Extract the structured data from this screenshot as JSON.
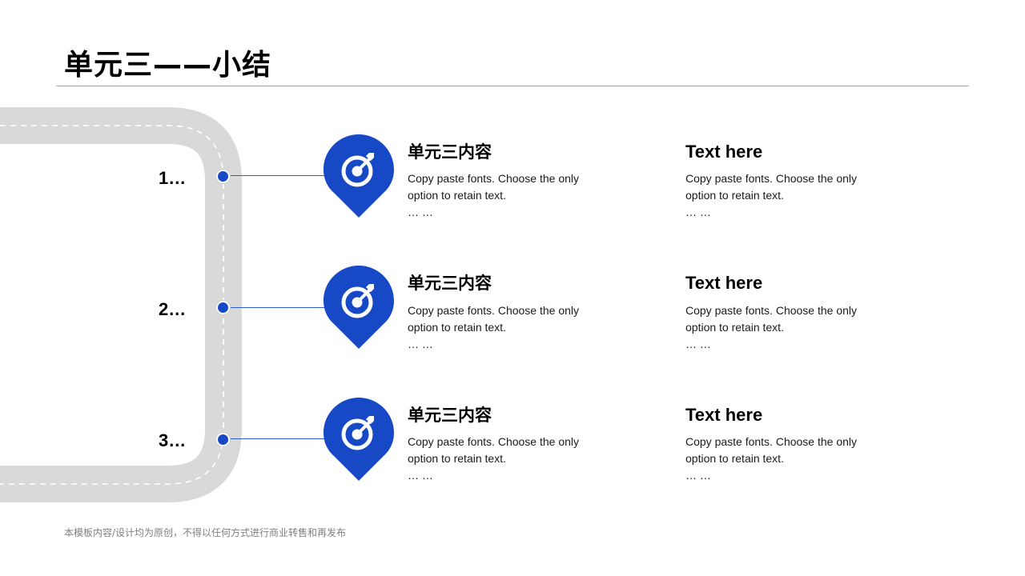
{
  "page": {
    "title": "单元三——小结",
    "footer": "本模板内容/设计均为原创，不得以任何方式进行商业转售和再发布"
  },
  "colors": {
    "accent": "#1749c7",
    "road": "#d9d9d9",
    "rule": "#a6a6a6"
  },
  "items": [
    {
      "number": "1…",
      "icon": "target-arrow-icon",
      "left": {
        "title": "单元三内容",
        "line1": "Copy paste fonts. Choose the only",
        "line2": "option to retain text.",
        "ellipsis": "… …"
      },
      "right": {
        "title": "Text here",
        "line1": "Copy paste fonts. Choose the only",
        "line2": "option to retain text.",
        "ellipsis": "… …"
      }
    },
    {
      "number": "2…",
      "icon": "target-arrow-icon",
      "left": {
        "title": "单元三内容",
        "line1": "Copy paste fonts. Choose the only",
        "line2": "option to retain text.",
        "ellipsis": "… …"
      },
      "right": {
        "title": "Text here",
        "line1": "Copy paste fonts. Choose the only",
        "line2": "option to retain text.",
        "ellipsis": "… …"
      }
    },
    {
      "number": "3…",
      "icon": "target-arrow-icon",
      "left": {
        "title": "单元三内容",
        "line1": "Copy paste fonts. Choose the only",
        "line2": "option to retain text.",
        "ellipsis": "… …"
      },
      "right": {
        "title": "Text here",
        "line1": "Copy paste fonts. Choose the only",
        "line2": "option to retain text.",
        "ellipsis": "… …"
      }
    }
  ]
}
